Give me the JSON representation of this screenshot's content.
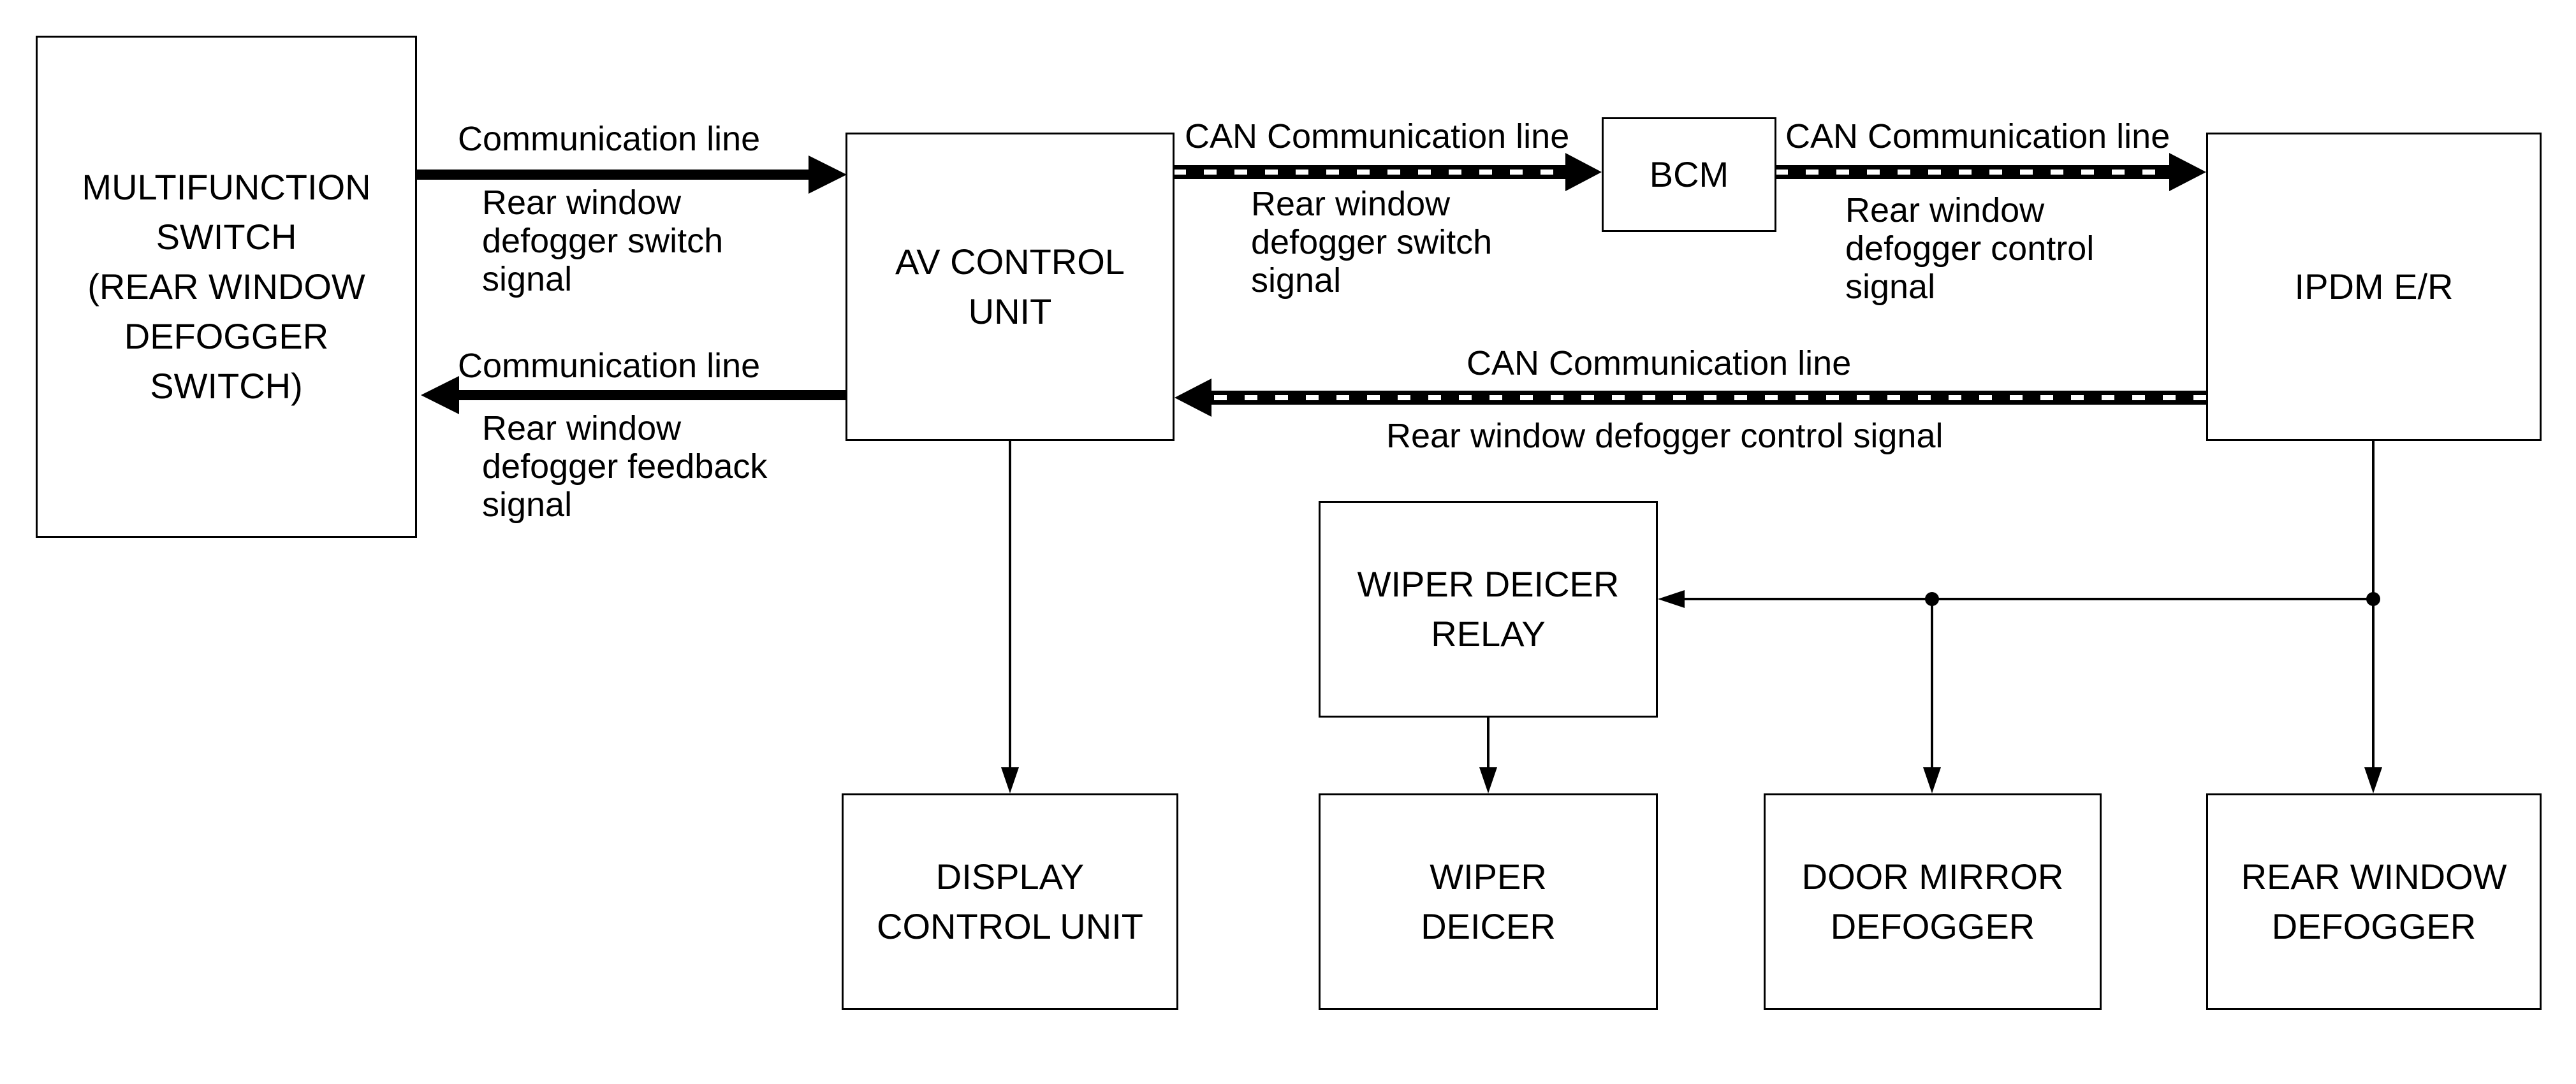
{
  "blocks": {
    "multifunction_switch": "MULTIFUNCTION\nSWITCH\n(REAR WINDOW\nDEFOGGER\nSWITCH)",
    "av_control_unit": "AV CONTROL\nUNIT",
    "bcm": "BCM",
    "ipdm": "IPDM E/R",
    "wiper_deicer_relay": "WIPER DEICER\nRELAY",
    "display_control_unit": "DISPLAY\nCONTROL UNIT",
    "wiper_deicer": "WIPER\nDEICER",
    "door_mirror_defogger": "DOOR MIRROR\nDEFOGGER",
    "rear_window_defogger": "REAR WINDOW\nDEFOGGER"
  },
  "signals": {
    "comm_line_top": "Communication line",
    "switch_signal_1": "Rear window\ndefogger switch\nsignal",
    "comm_line_bottom": "Communication line",
    "feedback_signal": "Rear window\ndefogger feedback\nsignal",
    "can_line_av_bcm": "CAN Communication line",
    "switch_signal_2": "Rear window\ndefogger switch\nsignal",
    "can_line_bcm_ipdm": "CAN Communication line",
    "control_signal_1": "Rear window\ndefogger control\nsignal",
    "can_line_return": "CAN Communication line",
    "control_signal_2": "Rear window defogger control signal"
  }
}
